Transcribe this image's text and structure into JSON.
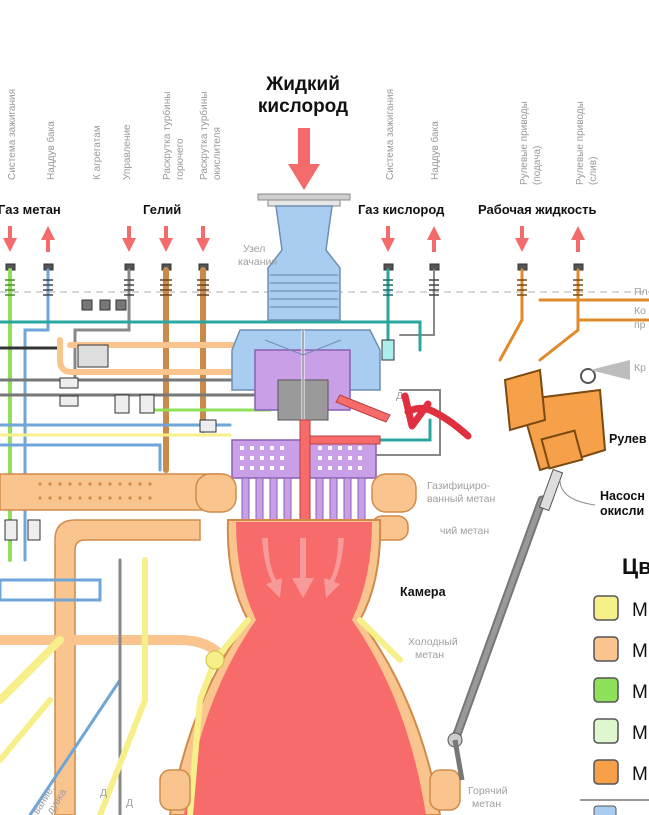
{
  "title": {
    "line1": "Жидкий",
    "line2": "кислород"
  },
  "vertical_labels": [
    "Система зажигания",
    "Наддув бака",
    "К агрегатам",
    "Управление",
    "Раскрутка турбины",
    "горючего",
    "Раскрутка турбины",
    "окислителя",
    "Система зажигания",
    "Наддув бака",
    "Рулевые приводы",
    "(подача)",
    "Рулевые приводы",
    "(слив)"
  ],
  "group_labels": {
    "gas_methane": "Газ метан",
    "helium": "Гелий",
    "gas_oxygen": "Газ кислород",
    "working_fluid": "Рабочая жидкость"
  },
  "gray_labels": {
    "gimbal_1": "Узел",
    "gimbal_2": "качания",
    "gas_meth_1": "Газифициро-",
    "gas_meth_2": "ванный метан",
    "hot_meth_top": "чий метан",
    "cold_meth_1": "Холодный",
    "cold_meth_2": "метан",
    "hot_meth_1": "Горячий",
    "hot_meth_2": "метан",
    "pl": "Пл",
    "ko1": "Ко",
    "ko2": "пр",
    "kr": "Кр",
    "d1": "Д",
    "d2": "Д",
    "d3": "Д",
    "bl1": "вание,",
    "bl2": "дувка"
  },
  "right_labels": {
    "camera": "Камера",
    "steering": "Рулев",
    "pump_1": "Насосн",
    "pump_2": "окисли"
  },
  "legend": {
    "heading": "Цв",
    "items": [
      {
        "letter": "М",
        "color": "#f7f08a"
      },
      {
        "letter": "М",
        "color": "#f9c48e"
      },
      {
        "letter": "М",
        "color": "#8fe05a"
      },
      {
        "letter": "М",
        "color": "#dff7cf"
      },
      {
        "letter": "М",
        "color": "#f6a04a"
      }
    ]
  },
  "colors": {
    "oxygen_blue": "#a9cdf0",
    "chamber_red": "#f76b6b",
    "methane_orange": "#f9c48e",
    "injector_purple": "#c9a0e8",
    "helium_brown": "#c98a4a",
    "pipe_gray": "#888888",
    "teal": "#2aa7a0",
    "arrow_red": "#f46b6b"
  }
}
